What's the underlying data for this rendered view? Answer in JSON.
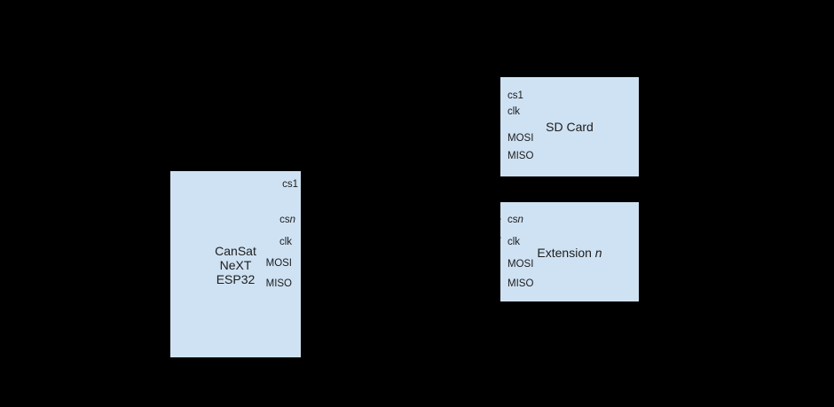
{
  "colors": {
    "bg": "#000000",
    "block_fill": "#cfe2f3",
    "text": "#1c1c1c"
  },
  "blocks": {
    "cansat": {
      "title_lines": [
        "CanSat",
        "NeXT",
        "ESP32"
      ],
      "pins": [
        {
          "text": "cs1",
          "italic": ""
        },
        {
          "text": "cs",
          "italic": "n"
        },
        {
          "text": "clk",
          "italic": ""
        },
        {
          "text": "MOSI",
          "italic": ""
        },
        {
          "text": "MISO",
          "italic": ""
        }
      ]
    },
    "sd_card": {
      "title": "SD Card",
      "pins": [
        {
          "text": "cs1",
          "italic": ""
        },
        {
          "text": "clk",
          "italic": ""
        },
        {
          "text": "MOSI",
          "italic": ""
        },
        {
          "text": "MISO",
          "italic": ""
        }
      ]
    },
    "extension": {
      "title_text": "Extension ",
      "title_italic": "n",
      "pins": [
        {
          "text": "cs",
          "italic": "n"
        },
        {
          "text": "clk",
          "italic": ""
        },
        {
          "text": "MOSI",
          "italic": ""
        },
        {
          "text": "MISO",
          "italic": ""
        }
      ]
    }
  }
}
